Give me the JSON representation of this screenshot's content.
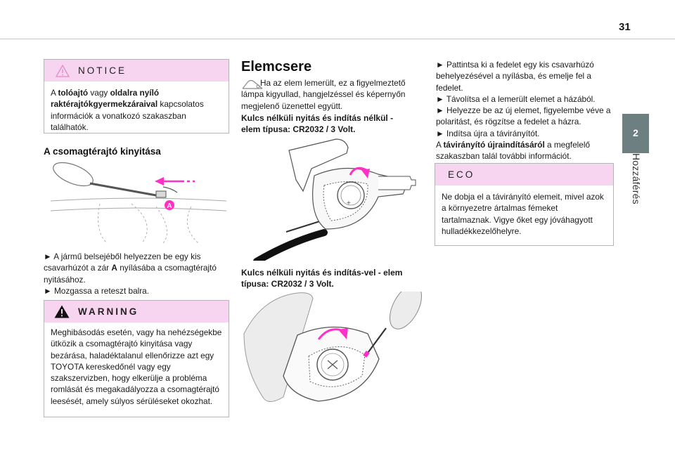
{
  "page": {
    "number": "31"
  },
  "chapter_tab": {
    "number": "2",
    "label": "Hozzáférés"
  },
  "notice": {
    "title": "NOTICE",
    "text_1": "A ",
    "bold_1": "tolóajtó",
    "text_2": " vagy ",
    "bold_2": "oldalra nyíló raktérajtókgyermekzáraival",
    "text_3": " kapcsolatos információk a vonatkozó szakaszban találhatók."
  },
  "trunk": {
    "heading": "A csomagtérajtó kinyitása",
    "figure_label": "A",
    "step_1_pre": "► A jármű belsejéből helyezzen be egy kis csavarhúzót a zár ",
    "step_1_bold": "A",
    "step_1_post": " nyílásába a csomagtérajtó nyitásához.",
    "step_2": "► Mozgassa a reteszt balra."
  },
  "warning": {
    "title": "WARNING",
    "text": "Meghibásodás esetén, vagy ha nehézségekbe ütközik a csomagtérajtó kinyitása vagy bezárása, haladéktalanul ellenőrizze azt egy TOYOTA kereskedőnél vagy egy szakszervizben, hogy elkerülje a probléma romlását és megakadályozza a csomagtérajtó leesését, amely súlyos sérüléseket okozhat."
  },
  "battery": {
    "heading": "Elemcsere",
    "intro": "Ha az elem lemerült, ez a figyelmeztető lámpa kigyullad, hangjelzéssel és képernyőn megjelenő üzenettel együtt.",
    "type_1": "Kulcs nélküli nyitás és indítás nélkül - elem típusa: CR2032 / 3 Volt.",
    "type_2": "Kulcs nélküli nyitás és indítás-vel - elem típusa: CR2032 / 3 Volt."
  },
  "steps": {
    "s1": "► Pattintsa ki a fedelet egy kis csavarhúzó behelyezésével a nyílásba, és emelje fel a fedelet.",
    "s2": "► Távolítsa el a lemerült elemet a házából.",
    "s3": "► Helyezze be az új elemet, figyelembe véve a polaritást, és rögzítse a fedelet a házra.",
    "s4": "► Indítsa újra a távirányítót.",
    "ref_pre": "A ",
    "ref_bold": "távirányító újraindításáról",
    "ref_post": " a megfelelő szakaszban talál további információt."
  },
  "eco": {
    "title": "ECO",
    "text": "Ne dobja el a távirányító elemeit, mivel azok a környezetre ártalmas fémeket tartalmaznak. Vigye őket egy jóváhagyott hulladékkezelőhelyre."
  },
  "colors": {
    "accent_pink": "#f7d4ef",
    "highlight": "#ff2fc8",
    "tab": "#6d7f80"
  },
  "icons": [
    "warning-triangle-icon",
    "warning-lamp-icon"
  ]
}
